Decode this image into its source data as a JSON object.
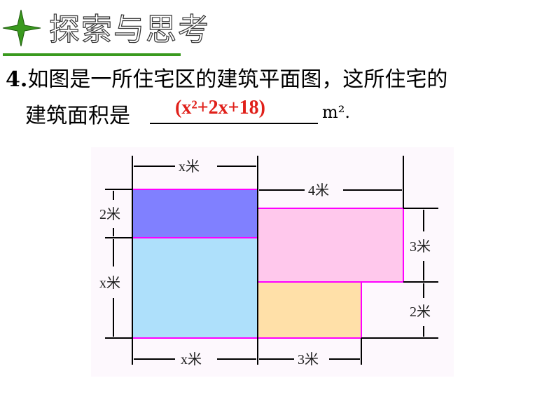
{
  "header": {
    "title": "探索与思考",
    "icon": "four-point-star-icon",
    "accent": "#3a9a1e"
  },
  "question": {
    "number": "4.",
    "line1": "如图是一所住宅区的建筑平面图，这所住宅的",
    "line2_prefix": "建筑面积是",
    "answer": "(x²+2x+18)",
    "unit": "m².",
    "answer_color": "#e0201a"
  },
  "diagram": {
    "labels": {
      "top_left": "x米",
      "top_right": "4米",
      "left_top": "2米",
      "left_bottom": "x米",
      "right_top": "3米",
      "right_bottom": "2米",
      "bottom_left": "x米",
      "bottom_right": "3米"
    },
    "colors": {
      "dark_blue": "#8080ff",
      "light_blue": "#aee0fb",
      "pink": "#ffc8ec",
      "orange": "#ffe0a8",
      "border": "#ff00ff",
      "background": "#fdf8fd"
    }
  }
}
